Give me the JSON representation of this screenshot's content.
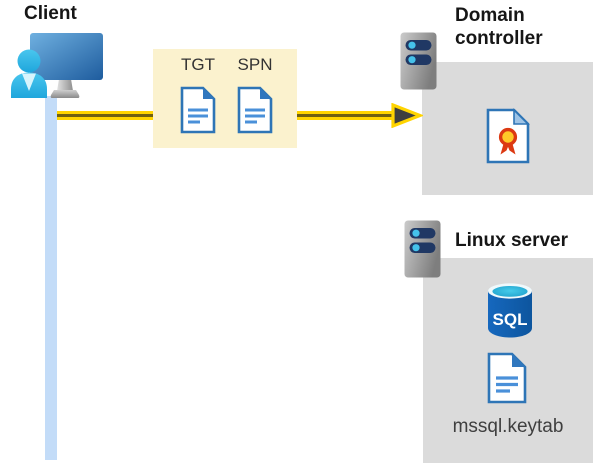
{
  "client": {
    "label": "Client"
  },
  "tickets": {
    "tgt_label": "TGT",
    "spn_label": "SPN"
  },
  "domain_controller": {
    "label": "Domain controller"
  },
  "linux_server": {
    "label": "Linux server",
    "sql_icon_label": "SQL",
    "keytab_label": "mssql.keytab"
  },
  "icons": [
    "client-workstation-icon",
    "server-tower-icon",
    "ticket-document-icon",
    "certificate-icon",
    "sql-database-icon",
    "keytab-document-icon",
    "arrowhead-icon"
  ],
  "colors": {
    "highlight_box": "#FBF2CE",
    "panel_gray": "#DBDBDB",
    "arrow_yellow": "#FFD400",
    "arrow_core": "#6F6011",
    "doc_blue": "#2E75B6",
    "doc_line_blue": "#4A90D9",
    "person_cyan": "#2EB9E5",
    "monitor_blue": "#3E7FC1",
    "sql_body_blue": "#1262B6",
    "sql_top_cyan": "#2EB8DE",
    "cert_red": "#DC3912",
    "cert_gold": "#FFC928",
    "heading_color": "#161616",
    "ticket_label_color": "#333333",
    "keytab_color": "#3F3F3F",
    "vertical_line_blue": "#C3DCF8"
  }
}
